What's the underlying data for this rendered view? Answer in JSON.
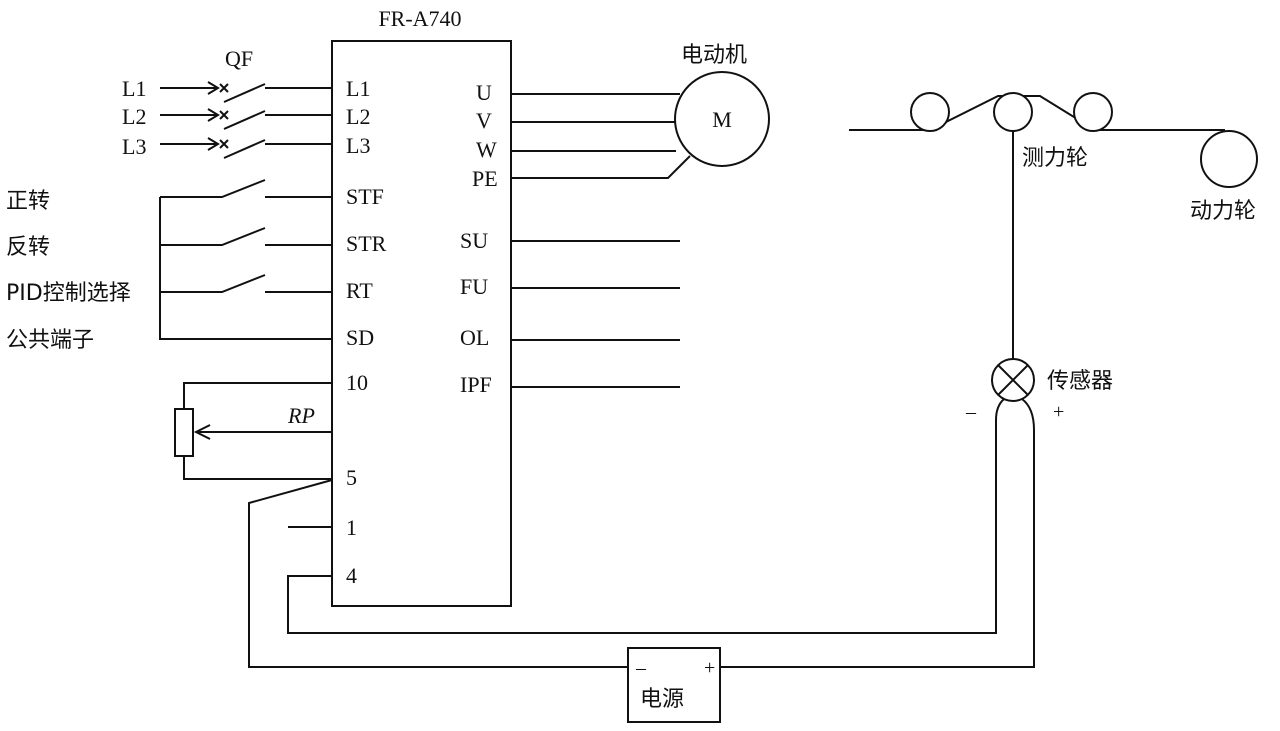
{
  "diagram": {
    "inverter_model": "FR-A740",
    "breaker": {
      "label": "QF"
    },
    "supply_lines": [
      "L1",
      "L2",
      "L3"
    ],
    "inverter_input_terminals": [
      "L1",
      "L2",
      "L3"
    ],
    "inverter_output_terminals": [
      "U",
      "V",
      "W",
      "PE"
    ],
    "motor": {
      "caption": "电动机",
      "symbol": "M"
    },
    "control_terminals": [
      "STF",
      "STR",
      "RT",
      "SD"
    ],
    "control_labels": [
      "正转",
      "反转",
      "PID控制选择",
      "公共端子"
    ],
    "analog_terminals": [
      "10",
      "5",
      "1",
      "4"
    ],
    "potentiometer_label": "RP",
    "status_terminals": [
      "SU",
      "FU",
      "OL",
      "IPF"
    ],
    "tension_system": {
      "load_roller": "测力轮",
      "drive_roller": "动力轮"
    },
    "sensor": {
      "label": "传感器",
      "minus": "–",
      "plus": "+"
    },
    "power_supply": {
      "label": "电源",
      "minus": "–",
      "plus": "+"
    }
  }
}
